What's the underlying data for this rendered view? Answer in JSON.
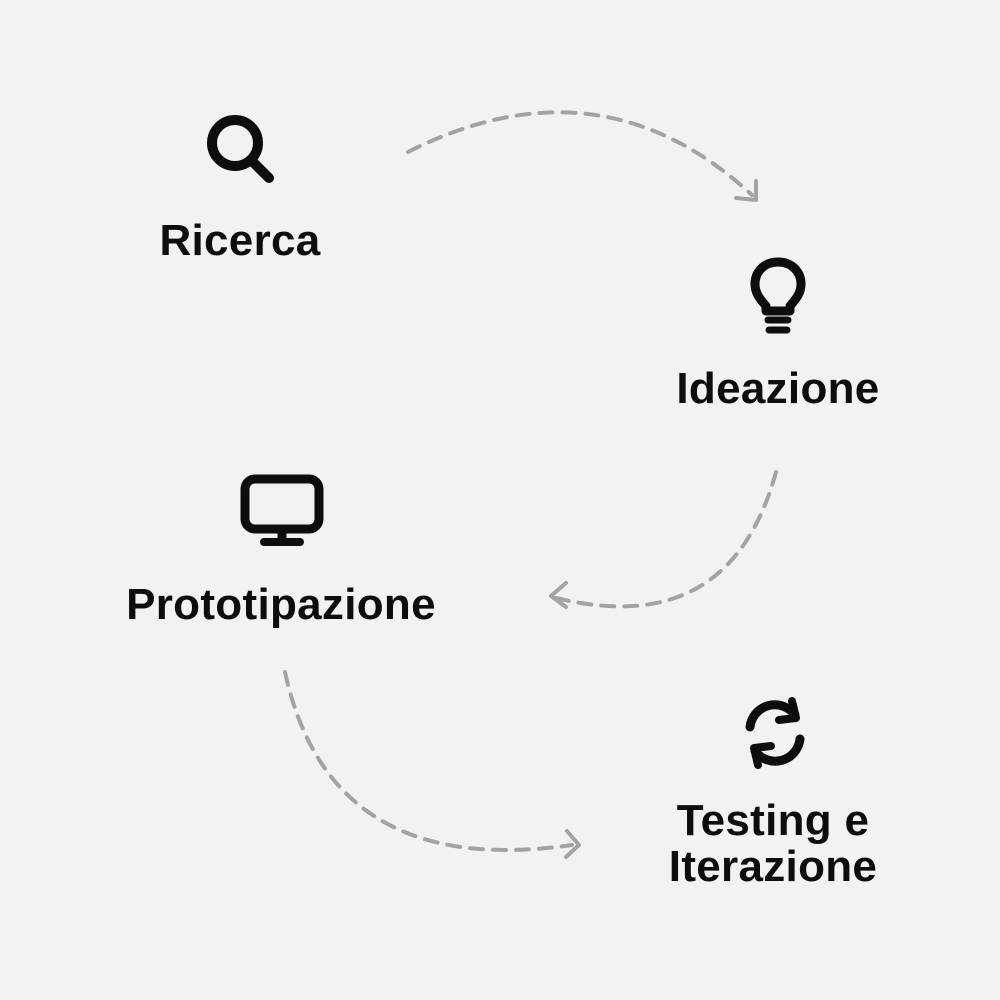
{
  "diagram": {
    "stages": [
      {
        "label": "Ricerca",
        "icon": "search-icon"
      },
      {
        "label": "Ideazione",
        "icon": "lightbulb-icon"
      },
      {
        "label": "Prototipazione",
        "icon": "monitor-icon"
      },
      {
        "label_lines": [
          "Testing e",
          "Iterazione"
        ],
        "icon": "refresh-icon"
      }
    ],
    "colors": {
      "background": "#f2f2f2",
      "text": "#0d0d0d",
      "icon": "#0d0d0d",
      "arrow": "#a3a3a3"
    }
  }
}
